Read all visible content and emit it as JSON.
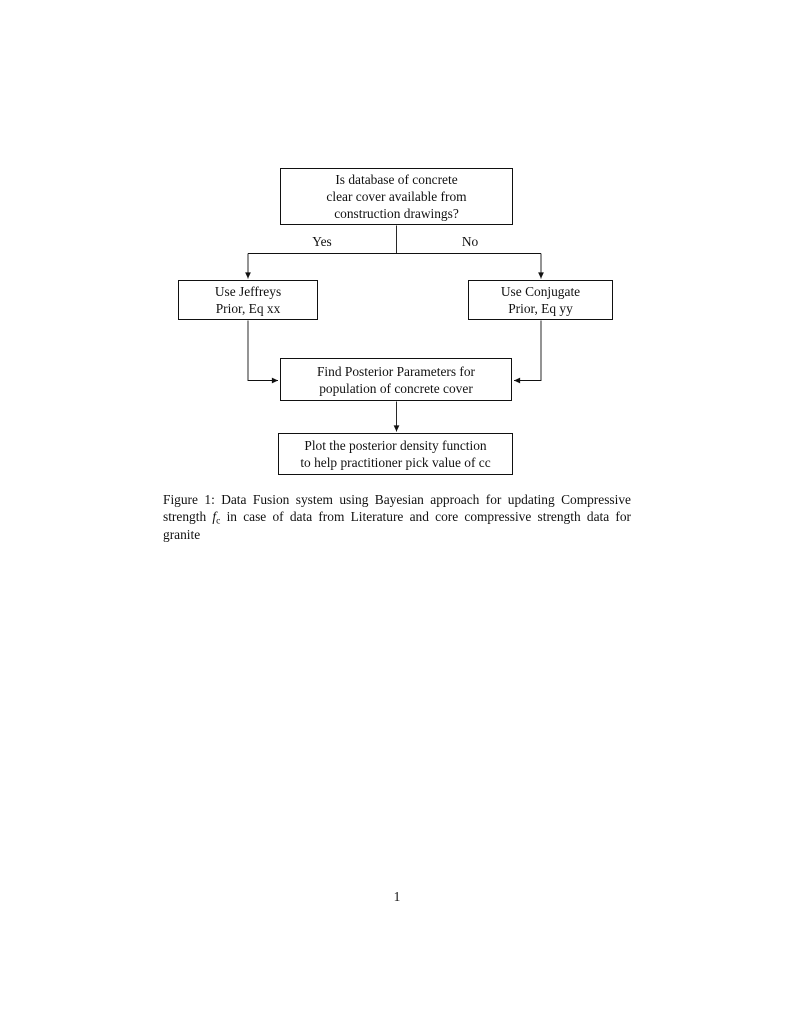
{
  "page": {
    "number": "1",
    "background": "#ffffff",
    "ink": "#111111"
  },
  "flowchart": {
    "nodes": {
      "start": "Is database of concrete\nclear cover available from\nconstruction drawings?",
      "jeffreys": "Use Jeffreys\nPrior, Eq xx",
      "conjugate": "Use Conjugate\nPrior, Eq yy",
      "posterior": "Find Posterior Parameters for\npopulation of concrete cover",
      "plot": "Plot the posterior density function\nto help practitioner pick value of cc"
    },
    "edge_labels": {
      "yes": "Yes",
      "no": "No"
    }
  },
  "caption": {
    "part1": "Figure 1: Data Fusion system using Bayesian approach for updating Com­pressive strength ",
    "math_symbol": "f",
    "math_subscript": "c",
    "part2": " in case of data from Literature and core compressive strength data for granite"
  }
}
